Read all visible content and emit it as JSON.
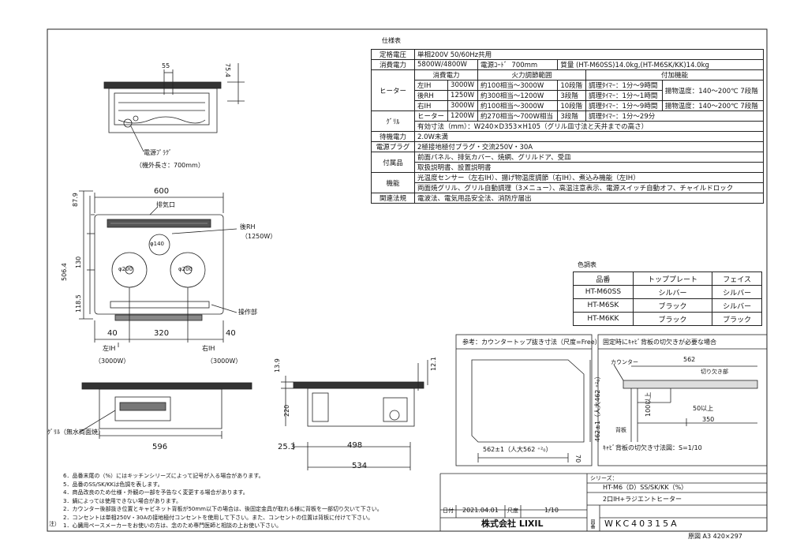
{
  "spec": {
    "title": "仕様表",
    "rows": {
      "rated_voltage_label": "定格電圧",
      "rated_voltage_value": "単相200V 50/60Hz共用",
      "power_label": "消費電力",
      "power_value": "5800W/4800W",
      "cord_label": "電源ｺｰﾄﾞ",
      "cord_value": "700mm",
      "mass_label": "質量",
      "mass_value": "(HT-M60SS)14.0kg,(HT-M6SK/KK)14.0kg",
      "head_power": "消費電力",
      "head_range": "火力調節範囲",
      "head_func": "付加機能",
      "heater_label": "ヒーター",
      "left_ih": "左IH",
      "left_ih_w": "3000W",
      "left_ih_range": "約100相当～3000W",
      "left_ih_steps": "10段階",
      "left_ih_timer": "調理ﾀｲﾏｰ：1分～9時間",
      "left_ih_temp": "揚物温度：140～200℃ 7段階",
      "rear_rh": "後RH",
      "rear_rh_w": "1250W",
      "rear_rh_range": "約300相当～1200W",
      "rear_rh_steps": "3段階",
      "rear_rh_timer": "調理ﾀｲﾏｰ：1分～1時間",
      "right_ih": "右IH",
      "right_ih_w": "3000W",
      "right_ih_range": "約100相当～3000W",
      "right_ih_steps": "10段階",
      "right_ih_timer": "調理ﾀｲﾏｰ：1分～9時間",
      "right_ih_temp": "揚物温度：140～200℃ 7段階",
      "grill_label": "ｸﾞﾘﾙ",
      "grill_heater": "ヒーター",
      "grill_w": "1200W",
      "grill_range": "約270相当～700W相当",
      "grill_steps": "3段階",
      "grill_timer": "調理ﾀｲﾏｰ：1分～29分",
      "grill_size": "有効寸法（mm）：W240×D353×H105（グリル皿寸法と天井までの高さ）",
      "standby_label": "待機電力",
      "standby_value": "2.0W未満",
      "plug_label": "電源プラグ",
      "plug_value": "2極接地極付プラグ・交流250V・30A",
      "acc_label": "付属品",
      "acc_value1": "前面パネル、排気カバー、焼網、グリルドア、受皿",
      "acc_value2": "取扱説明書、設置説明書",
      "func_label": "機能",
      "func_value1": "光温度センサー（左右IH）、揚げ物温度調節（右IH）、煮込み機能（左IH）",
      "func_value2": "両面焼グリル、グリル自動調理（3メニュー）、高温注意表示、電源スイッチ自動オフ、チャイルドロック",
      "law_label": "関連法規",
      "law_value": "電波法、電気用品安全法、消防庁届出"
    }
  },
  "color_table": {
    "title": "色調表",
    "headers": [
      "品番",
      "トッププレート",
      "フェイス"
    ],
    "rows": [
      [
        "HT-M60SS",
        "シルバー",
        "シルバー"
      ],
      [
        "HT-M6SK",
        "ブラック",
        "シルバー"
      ],
      [
        "HT-M6KK",
        "ブラック",
        "ブラック"
      ]
    ]
  },
  "drawing": {
    "dim_55": "55",
    "dim_75_4": "75.4",
    "power_plug": "電源ﾌﾟﾗｸﾞ",
    "plug_length": "（機外長さ：700mm）",
    "dim_600": "600",
    "dim_87_9": "87.9",
    "exhaust": "排気口",
    "rear_rh": "後RH",
    "rear_rh_w": "（1250W）",
    "dim_130": "130",
    "dim_506_4": "506.4",
    "dim_118_5": "118.5",
    "phi140": "φ140",
    "phi200_l": "φ200",
    "phi200_r": "φ200",
    "control": "操作部",
    "dim_40_l": "40",
    "dim_320": "320",
    "dim_40_r": "40",
    "left_ih": "左IH",
    "left_ih_w": "（3000W）",
    "right_ih": "右IH",
    "right_ih_w": "（3000W）",
    "grill_note": "ｸﾞﾘﾙ（無水両面焼）",
    "dim_596": "596",
    "dim_13_9": "13.9",
    "dim_12_1": "12.1",
    "dim_220": "220",
    "dim_25_3": "25.3",
    "dim_498": "498",
    "dim_534": "534"
  },
  "cutout": {
    "title": "参考：カウンタートップ抜き寸法（尺度=Free）",
    "w": "562±1（人大562 ⁺²₀）",
    "h": "462±1（人大462 ⁺²₀）",
    "dim_70": "70"
  },
  "cabinet": {
    "title": "固定時にｷｬﾋﾞ背板の切欠きが必要な場合",
    "counter": "カウンター",
    "dim_562": "562",
    "notch": "切り欠き部",
    "dim_100": "100以上",
    "dim_50": "50以上",
    "dim_350": "350",
    "back": "背板",
    "scale": "ｷｬﾋﾞ背板の切欠き寸法図：S=1/10"
  },
  "notes": [
    "6．品番末尾の（%）にはキッチンシリーズによって記号が入る場合があります。",
    "5．品番のSS/SK/KKは色調を表します。",
    "4．商品改良のため仕様・外観の一部を予告なく変更する場合があります。",
    "3．鍋によっては使用できない場合があります。",
    "2．カウンター後部抜き位置とキャビネット背板が50mm以下の場合は、後固定金具が取れる様に背板を一部切り欠いて下さい。",
    "2．コンセントは単相250V・30Aの接地極付コンセントを使用して下さい。また、コンセントの位置は背板に付けて下さい。",
    "1．心臓用ペースメーカーをお使いの方は、念のため専門医師と相談の上お使い下さい。"
  ],
  "note_prefix": "注）",
  "title_block": {
    "series_label": "シリーズ：",
    "model": "HT-M6（D）SS/SK/KK（%）",
    "name": "2口IH+ラジエントヒーター",
    "date_label": "日付",
    "date": "2021.04.01",
    "scale_label": "尺度",
    "scale": "1/10",
    "company": "株式会社 LIXIL",
    "drawing_no_label": "図番",
    "drawing_no": "WKC40315A",
    "paper": "原図 A3 420×297"
  }
}
